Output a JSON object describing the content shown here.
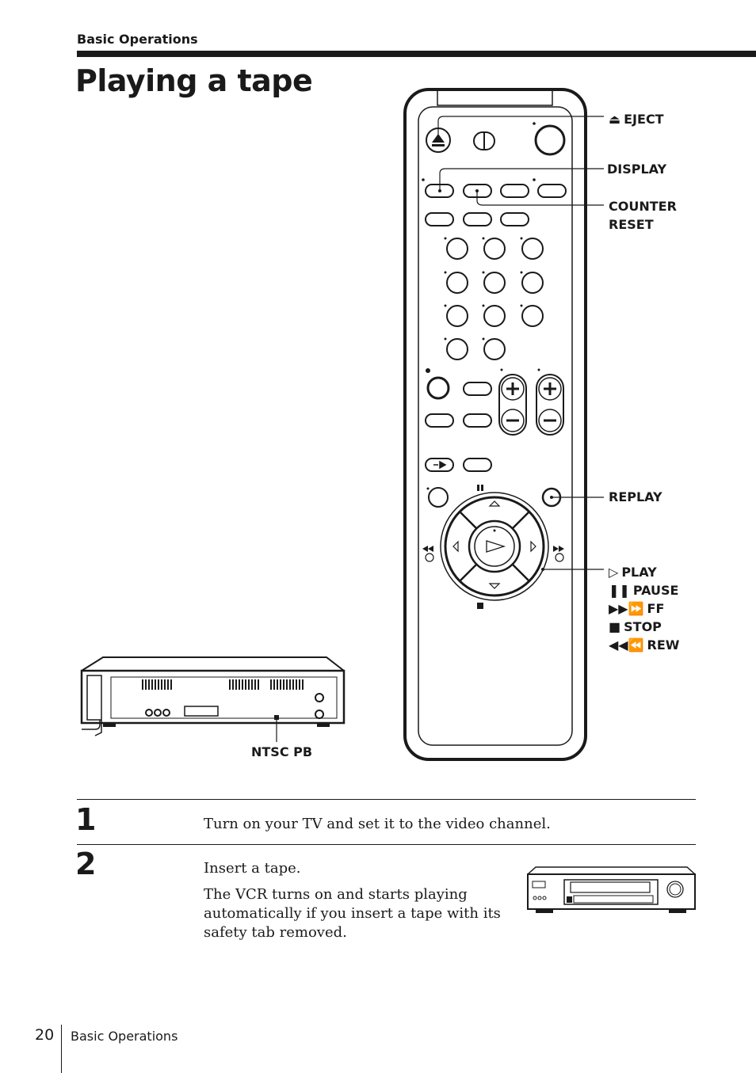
{
  "header": {
    "section": "Basic Operations",
    "title": "Playing a tape"
  },
  "remote_callouts": {
    "eject": "EJECT",
    "display": "DISPLAY",
    "counter_reset_line1": "COUNTER",
    "counter_reset_line2": "RESET",
    "replay": "REPLAY",
    "play": "PLAY",
    "pause": "PAUSE",
    "ff": "FF",
    "stop": "STOP",
    "rew": "REW"
  },
  "vcr_rear_callout": "NTSC PB",
  "steps": [
    {
      "number": "1",
      "text": "Turn on your TV and set it to the video channel."
    },
    {
      "number": "2",
      "text": "Insert a tape.",
      "note": "The VCR turns on and starts playing automatically if you insert a tape with its safety tab removed."
    }
  ],
  "footer": {
    "page_number": "20",
    "section": "Basic Operations"
  },
  "icons": [
    "eject-icon",
    "play-icon",
    "pause-icon",
    "ff-icon",
    "stop-icon",
    "rew-icon"
  ]
}
